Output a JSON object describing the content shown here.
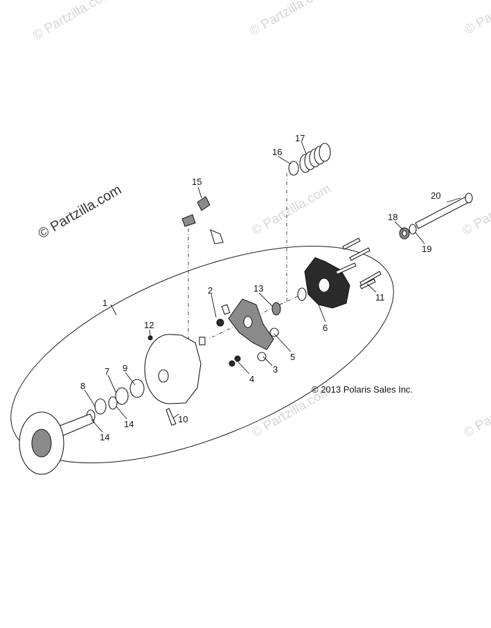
{
  "watermark": {
    "small_text": "© Partzilla.com",
    "large_text": "© Partzilla.com"
  },
  "copyright": "© 2013 Polaris Sales Inc.",
  "callouts": [
    "1",
    "2",
    "3",
    "4",
    "5",
    "6",
    "7",
    "8",
    "9",
    "10",
    "11",
    "12",
    "13",
    "14",
    "14",
    "15",
    "16",
    "17",
    "18",
    "19",
    "20"
  ]
}
